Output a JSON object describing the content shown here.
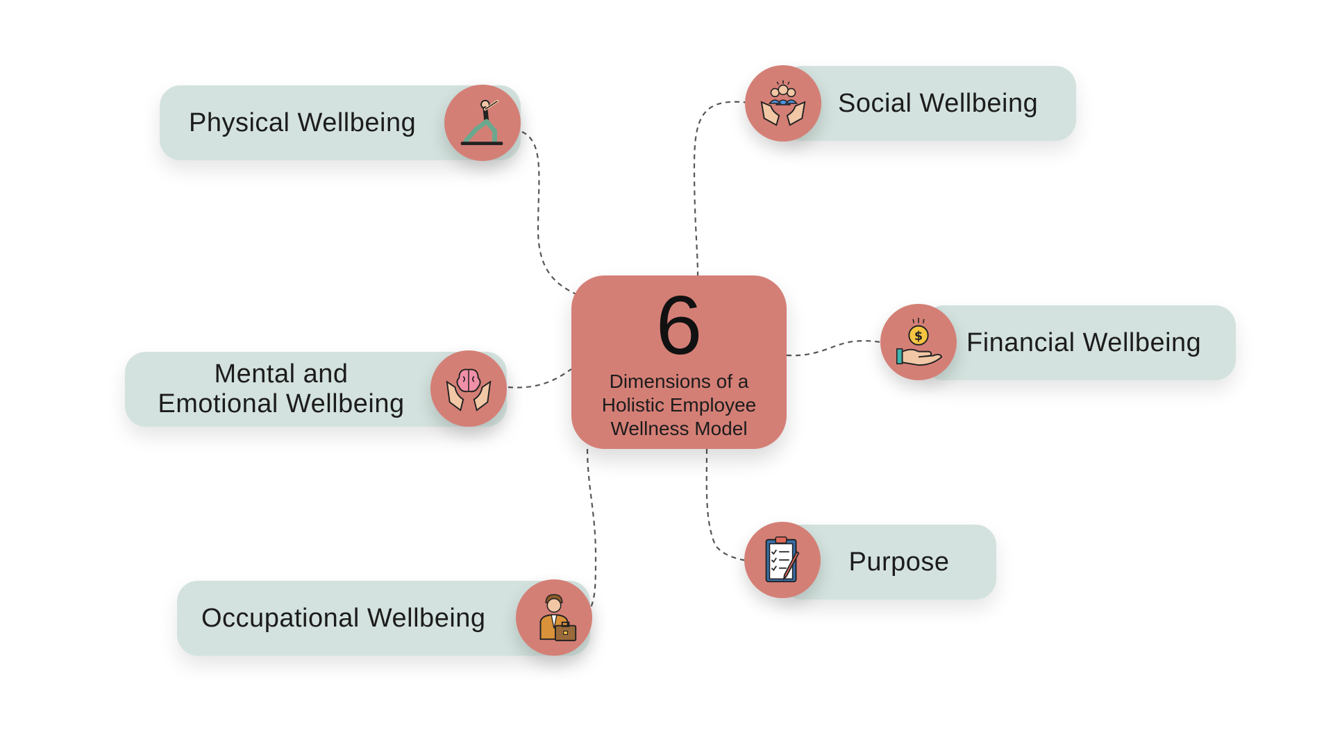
{
  "center": {
    "number": "6",
    "caption_lines": [
      "Dimensions of a",
      "Holistic Employee",
      "Wellness Model"
    ]
  },
  "dimensions": [
    {
      "label_lines": [
        "Physical Wellbeing"
      ],
      "icon": "yoga-lunge-icon"
    },
    {
      "label_lines": [
        "Social Wellbeing"
      ],
      "icon": "hands-holding-people-icon"
    },
    {
      "label_lines": [
        "Mental and",
        "Emotional Wellbeing"
      ],
      "icon": "hands-holding-brain-icon"
    },
    {
      "label_lines": [
        "Financial Wellbeing"
      ],
      "icon": "hand-dollar-coin-icon"
    },
    {
      "label_lines": [
        "Occupational Wellbeing"
      ],
      "icon": "businessman-briefcase-icon"
    },
    {
      "label_lines": [
        "Purpose"
      ],
      "icon": "clipboard-checklist-icon"
    }
  ],
  "colors": {
    "pill": "#d3e2de",
    "accent": "#d47f76",
    "text": "#1c1c1c",
    "connector": "#555555"
  }
}
